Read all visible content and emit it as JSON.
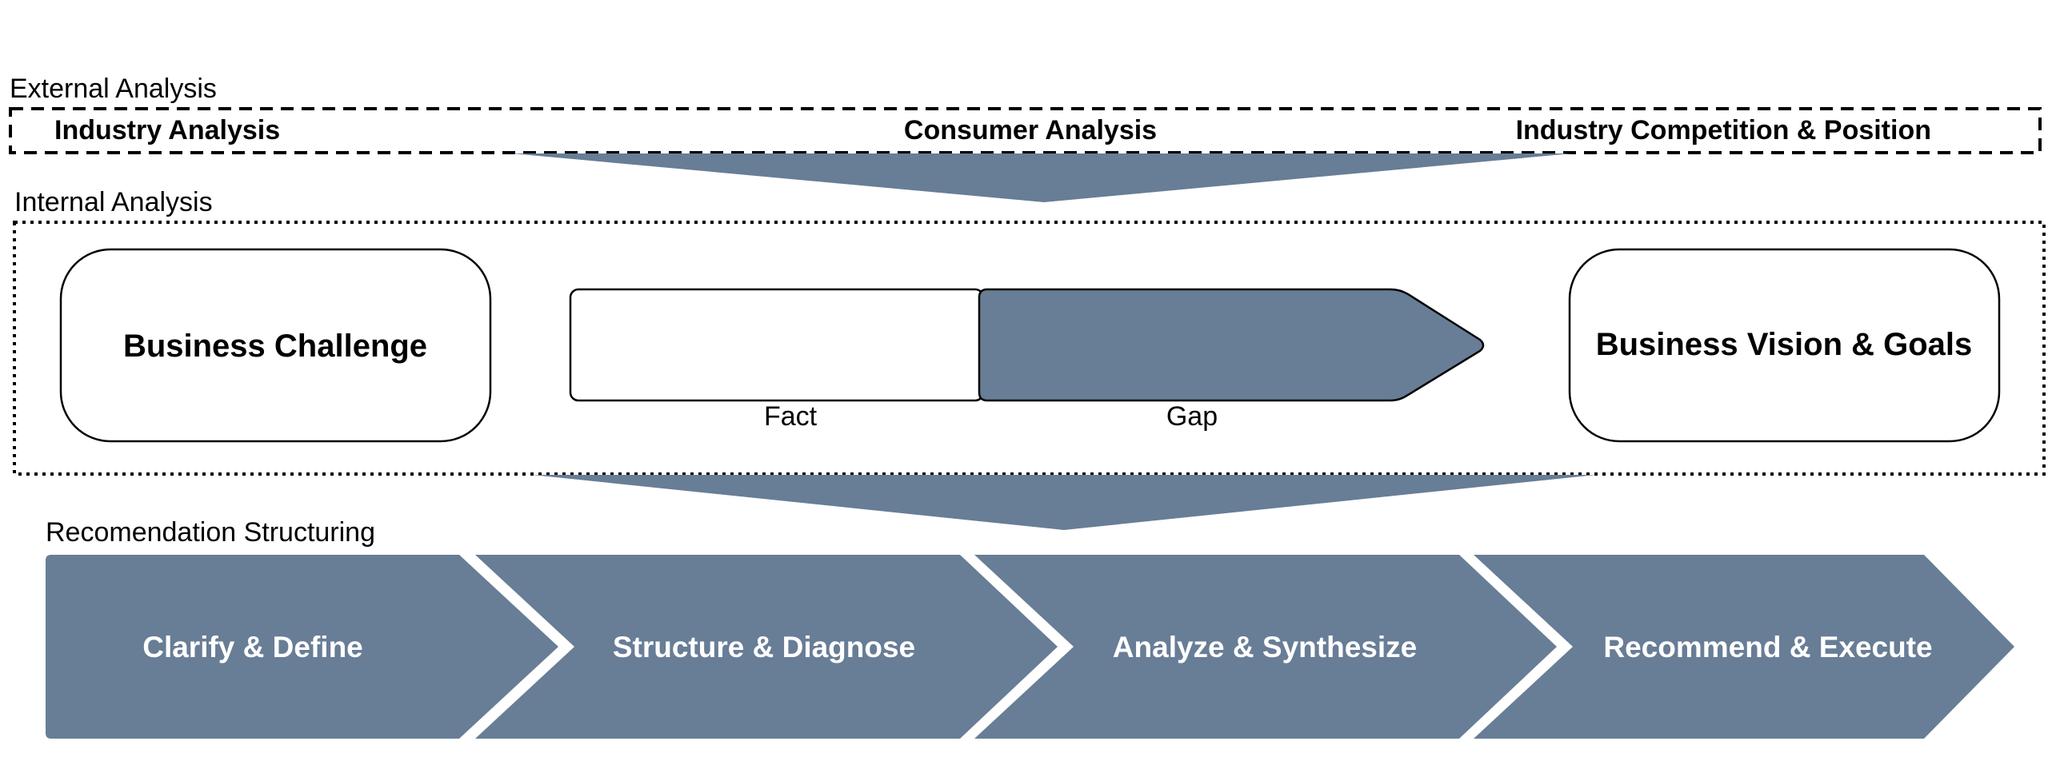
{
  "colors": {
    "accent": "#687d96",
    "stroke": "#000000",
    "step_text": "#ffffff"
  },
  "external": {
    "title": "External Analysis",
    "items": [
      "Industry Analysis",
      "Consumer Analysis",
      "Industry Competition & Position"
    ]
  },
  "internal": {
    "title": "Internal Analysis",
    "left_box": "Business Challenge",
    "right_box": "Business Vision & Goals",
    "fact_label": "Fact",
    "gap_label": "Gap"
  },
  "recommendation": {
    "title": "Recomendation Structuring",
    "steps": [
      "Clarify & Define",
      "Structure & Diagnose",
      "Analyze & Synthesize",
      "Recommend & Execute"
    ]
  }
}
